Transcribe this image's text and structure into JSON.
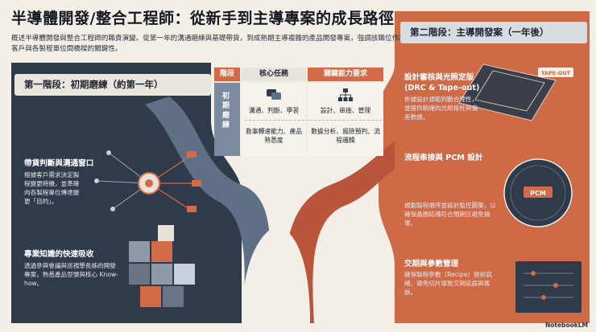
{
  "title": "半導體開發/整合工程師：從新手到主導專案的成長路徑",
  "subtitle": "概述半導體開發與整合工程師的職責演變。從第一年的溝通磨練與基礎帶貨，到成熟期主導複雜的產品開發專案，強調該職位作為客戶與各製程單位間橋樑的關鍵性。",
  "stage1": {
    "label": "第一階段：初期磨練（約第一年）",
    "sections": [
      {
        "title": "帶貨判斷與溝通窗口",
        "body": "根據客戶需求決定製程變更時機，並準確向各製程單位傳達變更「目的」。"
      },
      {
        "title": "專業知識的快速吸收",
        "body": "透過參與會議與巡視學長姊的開發專案，熟悉產品型號與核心 Know-how。"
      }
    ]
  },
  "stage2": {
    "label": "第二階段：主導開發案（一年後）",
    "sections": [
      {
        "title": "設計審核與光照定版 (DRC & Tape-out)",
        "body": "依據設計規範判斷合理性，並提供精確的光照格柱與偏差數據。"
      },
      {
        "title": "流程串接與 PCM 設計",
        "body": "規劃製程順序並設計監控圖案，以確保晶圓結構符合預期且避免損壞。"
      },
      {
        "title": "交期與參數管理",
        "body": "確保製程參數（Recipe）提前就緒，避免切片導致交期延誤與客訴。"
      }
    ]
  },
  "table": {
    "headers": [
      "階段",
      "核心任務",
      "關鍵能力要求"
    ],
    "row_label": "初期磨練",
    "tasks": "溝通、判斷、學習",
    "skills": "設計、串接、管理",
    "task_growth": "救事轉速能力、產品熟悉度",
    "skill_growth": "數據分析、風險預判、流程邏輯"
  },
  "diagram_labels": {
    "tape_out": "TAPE-OUT",
    "pcm": "PCM"
  },
  "brand": "NotebookLM",
  "colors": {
    "dark_panel": "#2f3a4a",
    "orange": "#cf6a47",
    "cream": "#f3efe7",
    "blue_path": "#5f6f86"
  }
}
